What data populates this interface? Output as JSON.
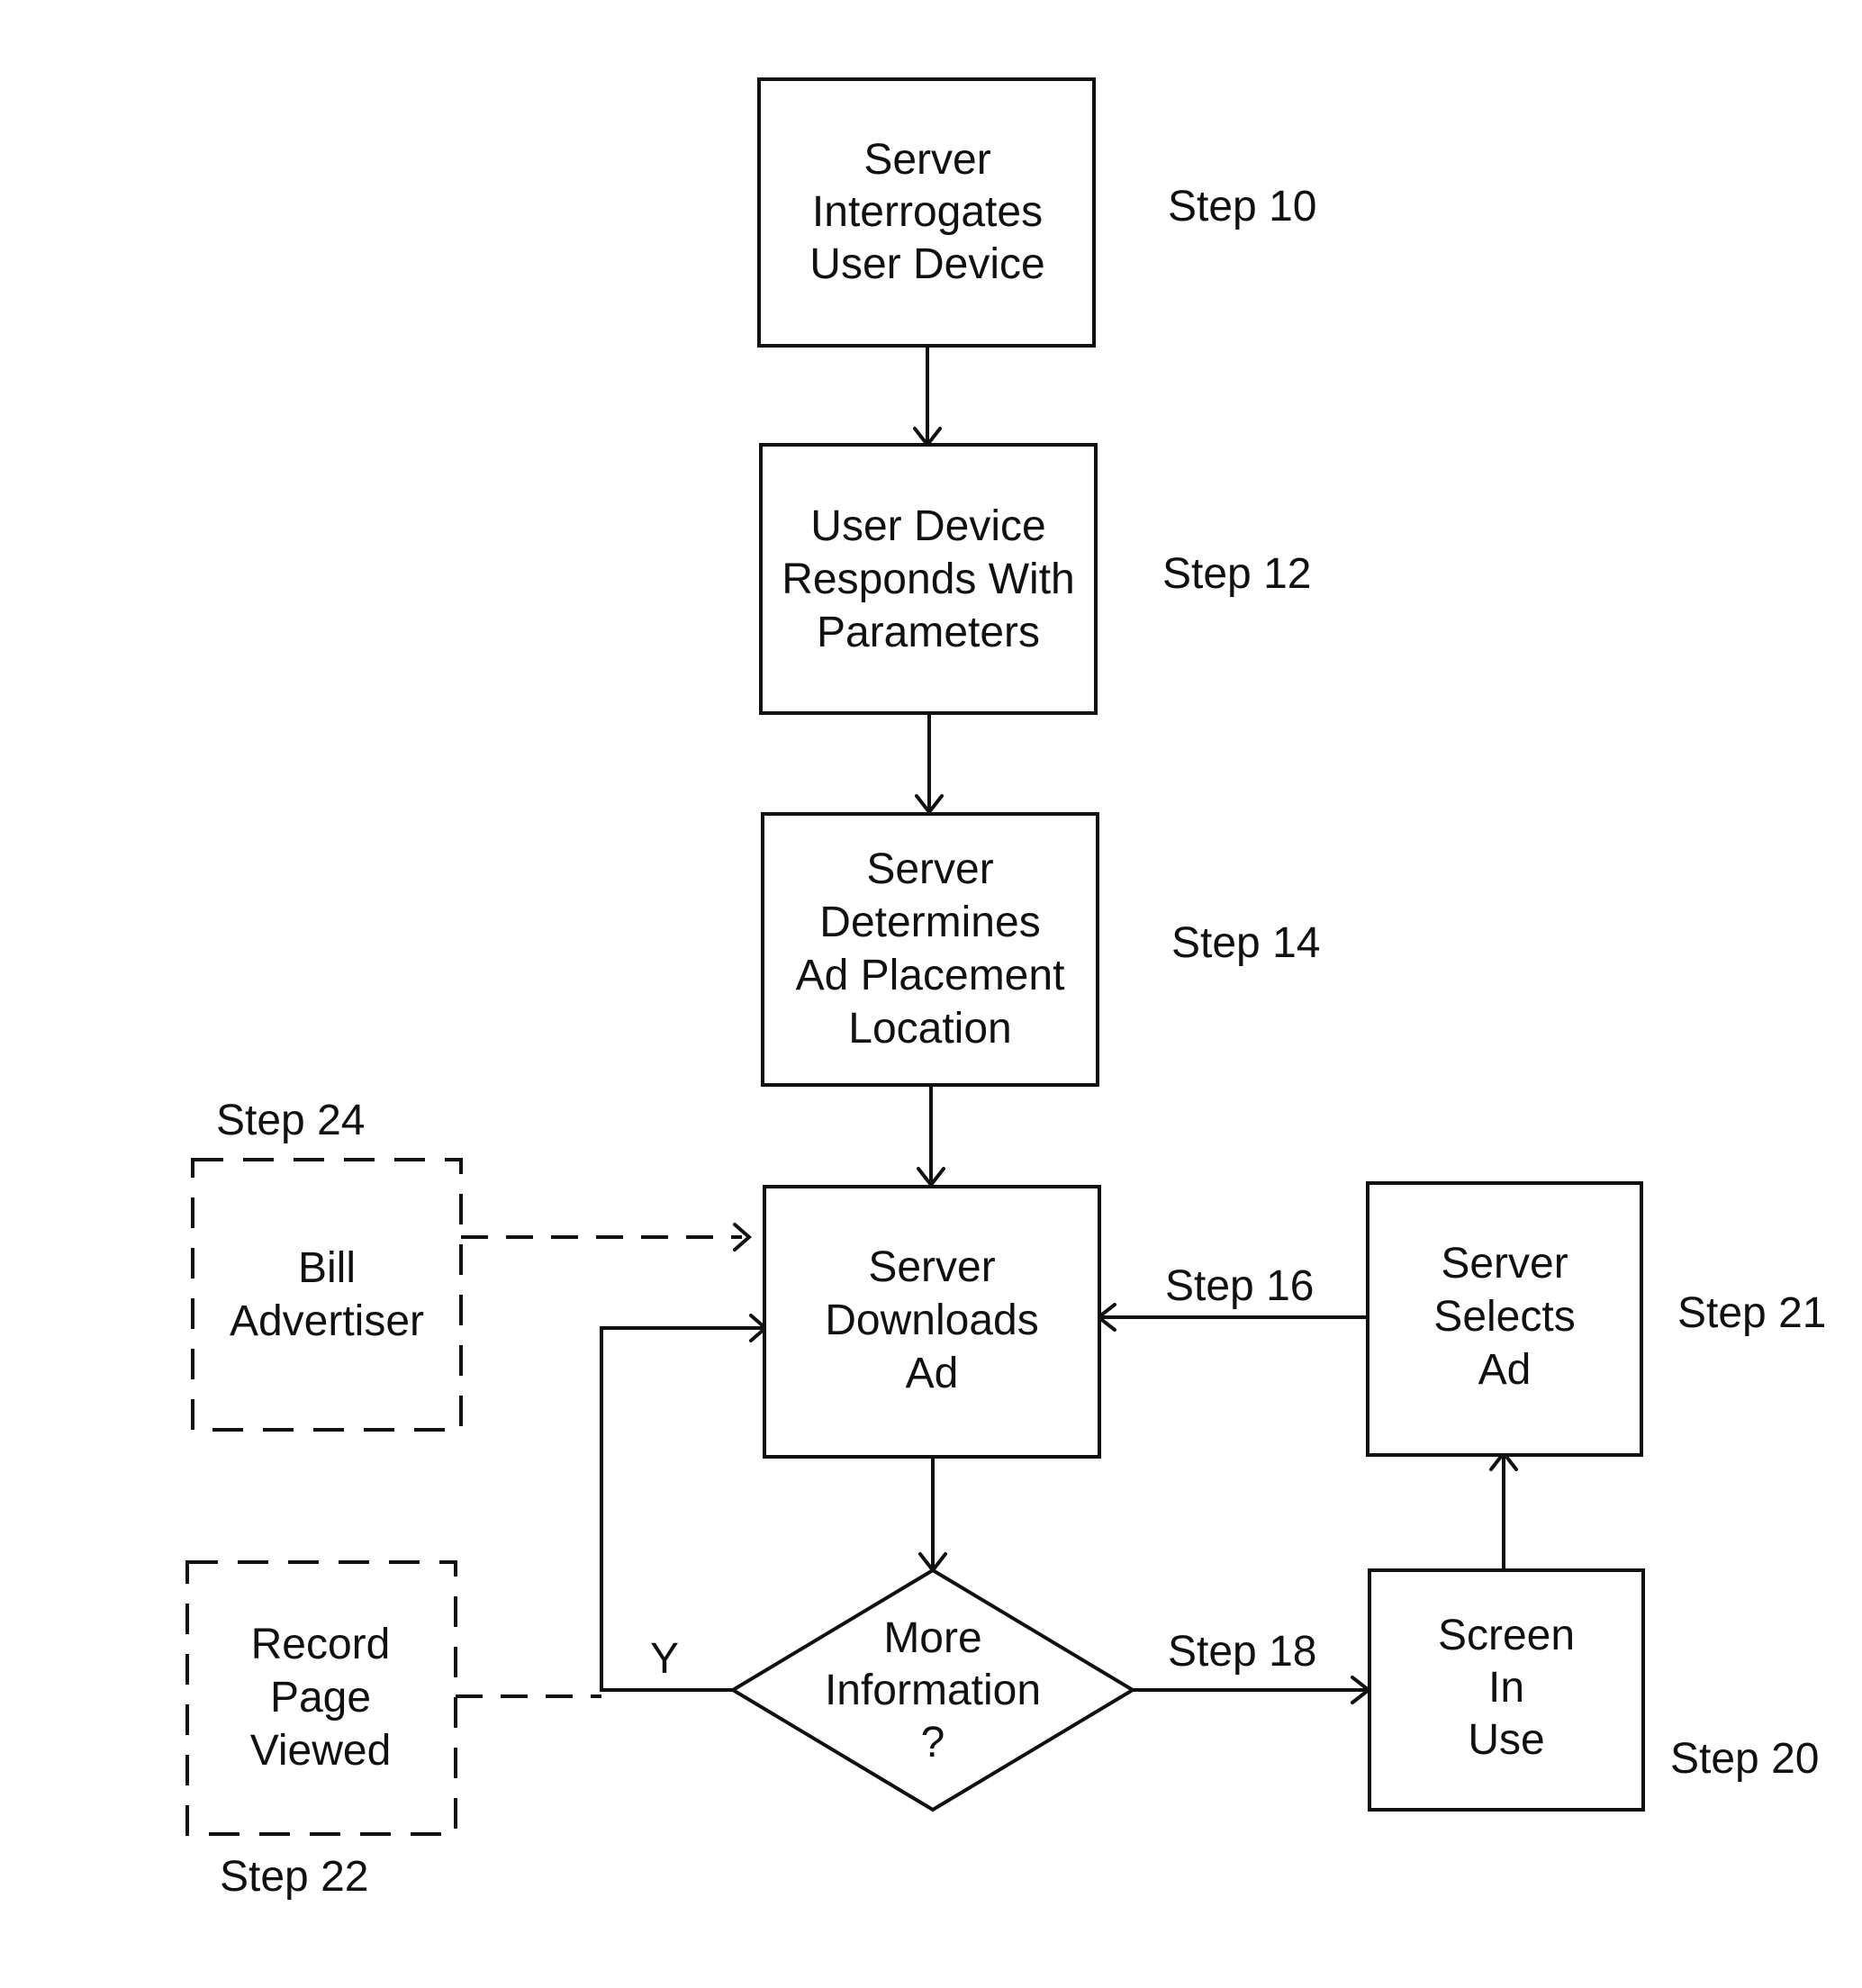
{
  "nodes": {
    "step10": {
      "lines": [
        "Server",
        "Interrogates",
        "User Device"
      ],
      "label": "Step 10"
    },
    "step12": {
      "lines": [
        "User Device",
        "Responds With",
        "Parameters"
      ],
      "label": "Step 12"
    },
    "step14": {
      "lines": [
        "Server",
        "Determines",
        "Ad Placement",
        "Location"
      ],
      "label": "Step 14"
    },
    "download": {
      "lines": [
        "Server",
        "Downloads",
        "Ad"
      ]
    },
    "step16": {
      "label": "Step 16"
    },
    "step21": {
      "lines": [
        "Server",
        "Selects",
        "Ad"
      ],
      "label": "Step 21"
    },
    "decision": {
      "lines": [
        "More",
        "Information",
        "?"
      ]
    },
    "step18": {
      "label": "Step 18"
    },
    "step20": {
      "lines": [
        "Screen",
        "In",
        "Use"
      ],
      "label": "Step 20"
    },
    "step24": {
      "lines": [
        "Bill",
        "Advertiser"
      ],
      "label": "Step 24"
    },
    "step22": {
      "lines": [
        "Record",
        "Page",
        "Viewed"
      ],
      "label": "Step 22"
    },
    "yes_label": "Y"
  }
}
